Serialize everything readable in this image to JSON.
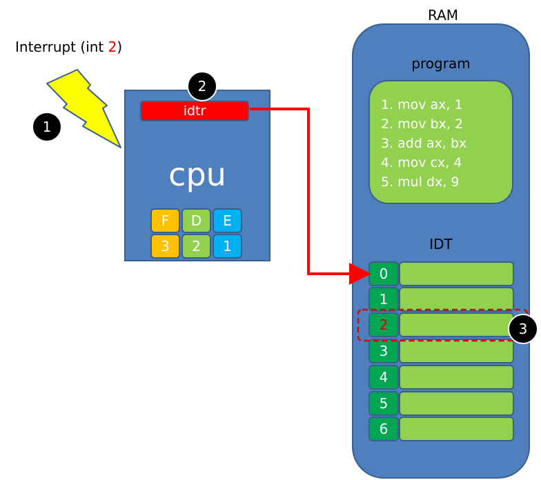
{
  "interrupt": {
    "text_prefix": "Interrupt (int ",
    "number": "2",
    "text_suffix": ")"
  },
  "ram": {
    "title": "RAM",
    "program": {
      "title": "program",
      "lines": [
        "1. mov ax, 1",
        "2. mov bx, 2",
        "3. add ax, bx",
        "4. mov cx, 4",
        "5. mul dx, 9"
      ]
    },
    "idt": {
      "title": "IDT",
      "indices": [
        "0",
        "1",
        "2",
        "3",
        "4",
        "5",
        "6"
      ],
      "highlighted_index": "2"
    }
  },
  "cpu": {
    "label": "cpu",
    "register": "idtr",
    "pipeline": {
      "stages": [
        "F",
        "D",
        "E"
      ],
      "instructions": [
        "3",
        "2",
        "1"
      ]
    }
  },
  "markers": {
    "one": "1",
    "two": "2",
    "three": "3"
  },
  "colors": {
    "blue": "#4f7fbd",
    "border": "#395f8f",
    "green": "#92d050",
    "dark_green": "#00a651",
    "red": "#ff0000",
    "lightning": "#ffff00",
    "fetch": "#ffc000",
    "decode": "#92d050",
    "execute": "#00b0f0"
  },
  "icons": {
    "interrupt": "lightning-bolt-icon"
  }
}
